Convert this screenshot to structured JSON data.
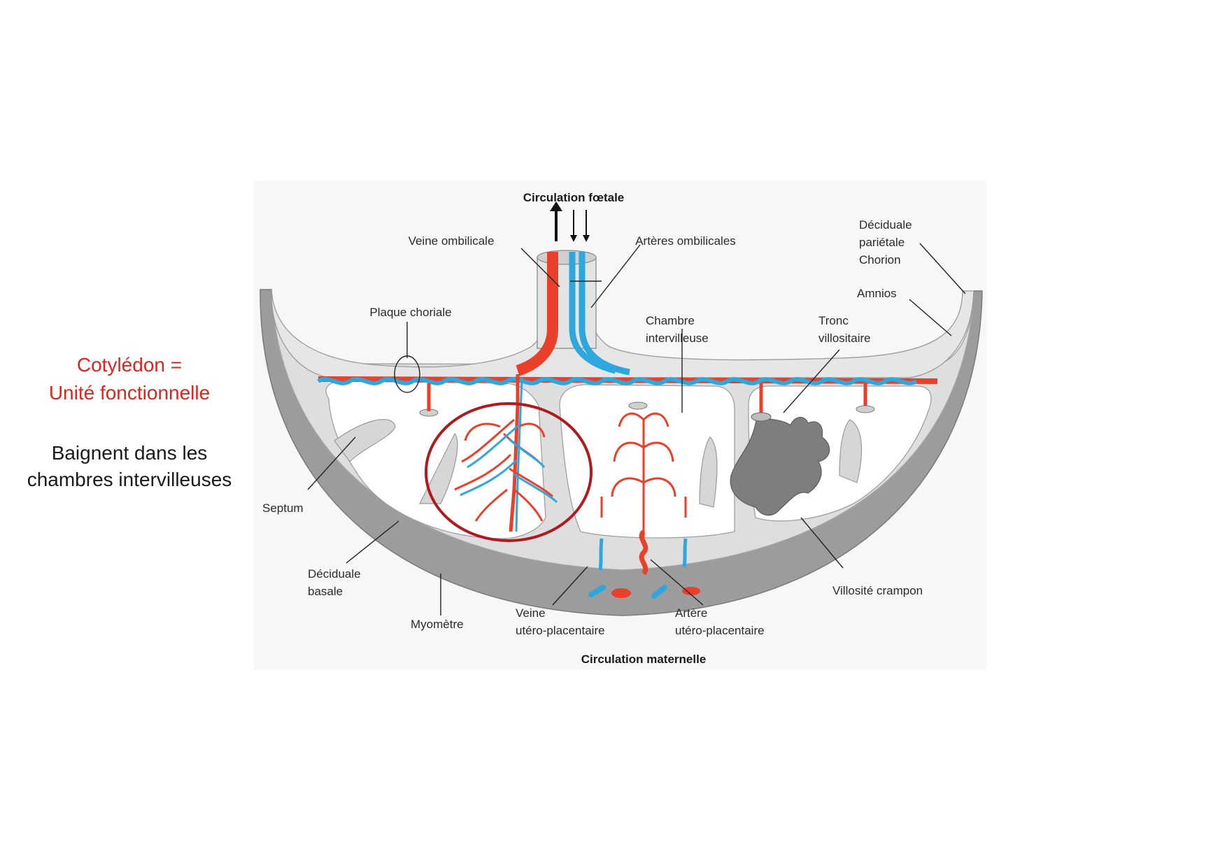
{
  "side": {
    "title_line1": "Cotylédon =",
    "title_line2": "Unité fonctionnelle",
    "note_line1": "Baignent dans les",
    "note_line2": "chambres intervilleuses"
  },
  "diagram": {
    "top_title": "Circulation fœtale",
    "bottom_title": "Circulation maternelle",
    "labels": {
      "veine_ombilicale": "Veine ombilicale",
      "arteres_ombilicales": "Artères ombilicales",
      "deciduale_parietale_1": "Déciduale",
      "deciduale_parietale_2": "pariétale",
      "chorion": "Chorion",
      "amnios": "Amnios",
      "plaque_choriale": "Plaque choriale",
      "chambre_1": "Chambre",
      "chambre_2": "intervilleuse",
      "tronc_1": "Tronc",
      "tronc_2": "villositaire",
      "septum": "Septum",
      "deciduale_basale_1": "Déciduale",
      "deciduale_basale_2": "basale",
      "myometre": "Myomètre",
      "veine_up_1": "Veine",
      "veine_up_2": "utéro-placentaire",
      "artere_up_1": "Artère",
      "artere_up_2": "utéro-placentaire",
      "villosite_crampon": "Villosité crampon"
    }
  },
  "colors": {
    "artery_red": "#e8402a",
    "vein_blue": "#2ea8dc",
    "tissue_light": "#dcdcdc",
    "myometre_grey": "#9a9a9a",
    "highlight_circle": "#b0191e",
    "title_red": "#e0231d"
  }
}
